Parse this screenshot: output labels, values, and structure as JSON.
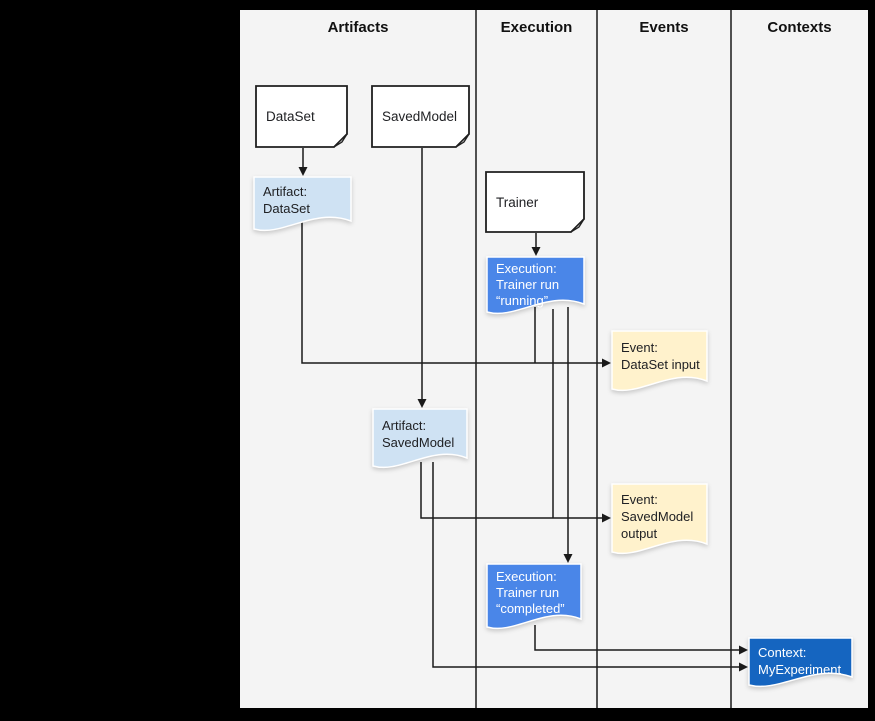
{
  "columns": {
    "artifacts": "Artifacts",
    "execution": "Execution",
    "events": "Events",
    "contexts": "Contexts"
  },
  "nodes": {
    "dataset": {
      "label": "DataSet"
    },
    "savedmodel": {
      "label": "SavedModel"
    },
    "trainer": {
      "label": "Trainer"
    },
    "artifact_dataset": {
      "line1": "Artifact:",
      "line2": "DataSet"
    },
    "execution_running": {
      "line1": "Execution:",
      "line2": "Trainer run",
      "line3": "“running”"
    },
    "event_dataset_input": {
      "line1": "Event:",
      "line2": "DataSet input"
    },
    "artifact_savedmodel": {
      "line1": "Artifact:",
      "line2": "SavedModel"
    },
    "event_savedmodel_output": {
      "line1": "Event:",
      "line2": "SavedModel",
      "line3": "output"
    },
    "execution_completed": {
      "line1": "Execution:",
      "line2": "Trainer run",
      "line3": "“completed”"
    },
    "context_myexperiment": {
      "line1": "Context:",
      "line2": "MyExperiment"
    }
  },
  "colors": {
    "canvas": "#000000",
    "panel": "#f4f4f4",
    "line": "#1a1a1a",
    "note_fill": "#ffffff",
    "note_border": "#1f1f1f",
    "fold_fill": "#d9d9d9",
    "artifact_fill": "#cfe2f3",
    "execution_fill": "#4a86e8",
    "event_fill": "#fff2cc",
    "context_fill": "#1565c0",
    "text_dark": "#202124",
    "text_light": "#ffffff"
  }
}
